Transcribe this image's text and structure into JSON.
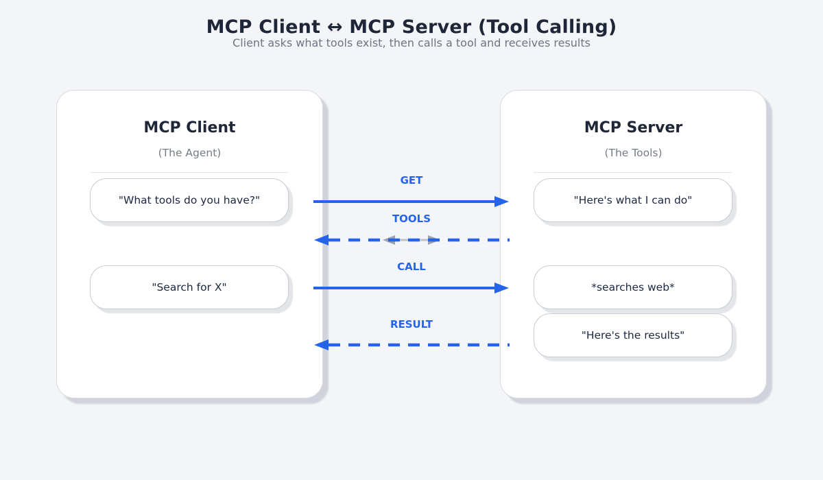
{
  "header": {
    "title": "MCP Client ↔ MCP Server (Tool Calling)",
    "subtitle": "Client asks what tools exist, then calls a tool and receives results"
  },
  "client_card": {
    "title": "MCP Client",
    "subtitle": "(The Agent)",
    "bubbles": [
      "\"What tools do you have?\"",
      "\"Search for X\""
    ]
  },
  "server_card": {
    "title": "MCP Server",
    "subtitle": "(The Tools)",
    "bubbles": [
      "\"Here's what I can do\"",
      "*searches web*",
      "\"Here's the results\""
    ]
  },
  "arrows": [
    {
      "label": "GET",
      "direction": "client-to-server",
      "style": "solid"
    },
    {
      "label": "TOOLS",
      "direction": "server-to-client",
      "style": "dashed"
    },
    {
      "label": "CALL",
      "direction": "client-to-server",
      "style": "solid"
    },
    {
      "label": "RESULT",
      "direction": "server-to-client",
      "style": "dashed"
    }
  ],
  "colors": {
    "accent_blue": "#2563eb",
    "background": "#f4f5f9",
    "card_background": "#ffffff",
    "text_dark": "#1e2638",
    "text_muted": "#6e7480",
    "gray_arrow": "#9ea3ad"
  }
}
